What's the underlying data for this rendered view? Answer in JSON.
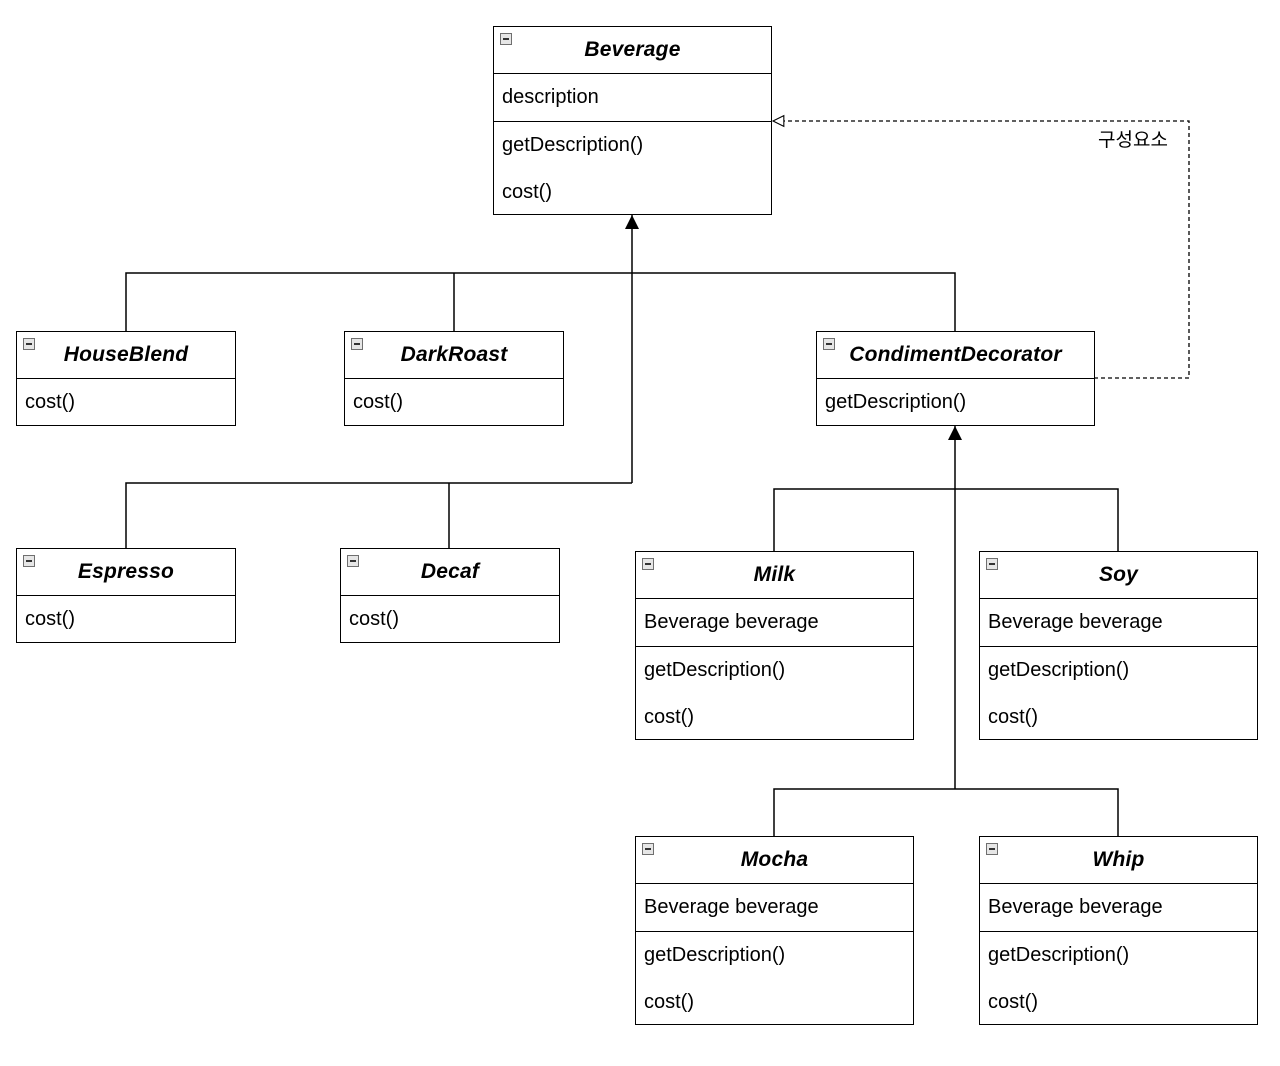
{
  "classes": {
    "beverage": {
      "name": "Beverage",
      "attributes": [
        "description"
      ],
      "methods": [
        "getDescription()",
        "cost()"
      ]
    },
    "houseblend": {
      "name": "HouseBlend",
      "attributes": [],
      "methods": [
        "cost()"
      ]
    },
    "darkroast": {
      "name": "DarkRoast",
      "attributes": [],
      "methods": [
        "cost()"
      ]
    },
    "condiment_decorator": {
      "name": "CondimentDecorator",
      "attributes": [],
      "methods": [
        "getDescription()"
      ]
    },
    "espresso": {
      "name": "Espresso",
      "attributes": [],
      "methods": [
        "cost()"
      ]
    },
    "decaf": {
      "name": "Decaf",
      "attributes": [],
      "methods": [
        "cost()"
      ]
    },
    "milk": {
      "name": "Milk",
      "attributes": [
        "Beverage beverage"
      ],
      "methods": [
        "getDescription()",
        "cost()"
      ]
    },
    "soy": {
      "name": "Soy",
      "attributes": [
        "Beverage beverage"
      ],
      "methods": [
        "getDescription()",
        "cost()"
      ]
    },
    "mocha": {
      "name": "Mocha",
      "attributes": [
        "Beverage beverage"
      ],
      "methods": [
        "getDescription()",
        "cost()"
      ]
    },
    "whip": {
      "name": "Whip",
      "attributes": [
        "Beverage beverage"
      ],
      "methods": [
        "getDescription()",
        "cost()"
      ]
    }
  },
  "relationships": {
    "composition_label": "구성요소"
  },
  "icons": {
    "class_box": "collapse-icon"
  }
}
